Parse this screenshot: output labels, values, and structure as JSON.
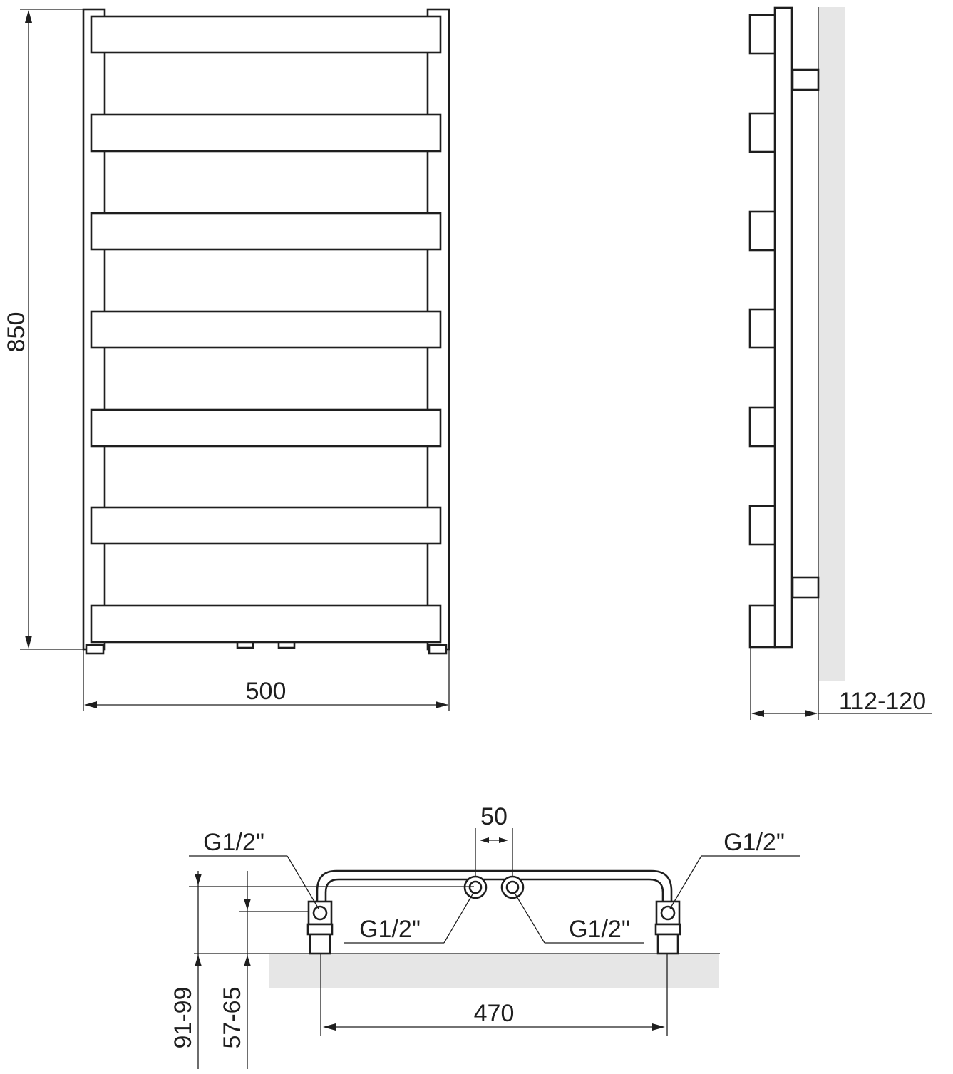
{
  "front_view": {
    "height_label": "850",
    "width_label": "500"
  },
  "side_view": {
    "depth_label": "112-120"
  },
  "bottom_view": {
    "connection_spacing_label": "50",
    "outer_spacing_label": "470",
    "thread_left_top": "G1/2\"",
    "thread_right_top": "G1/2\"",
    "thread_center_left": "G1/2\"",
    "thread_center_right": "G1/2\"",
    "height_range_outer": "91-99",
    "height_range_inner": "57-65"
  },
  "colors": {
    "line": "#1e1e1e",
    "wall": "#e6e6e6"
  }
}
